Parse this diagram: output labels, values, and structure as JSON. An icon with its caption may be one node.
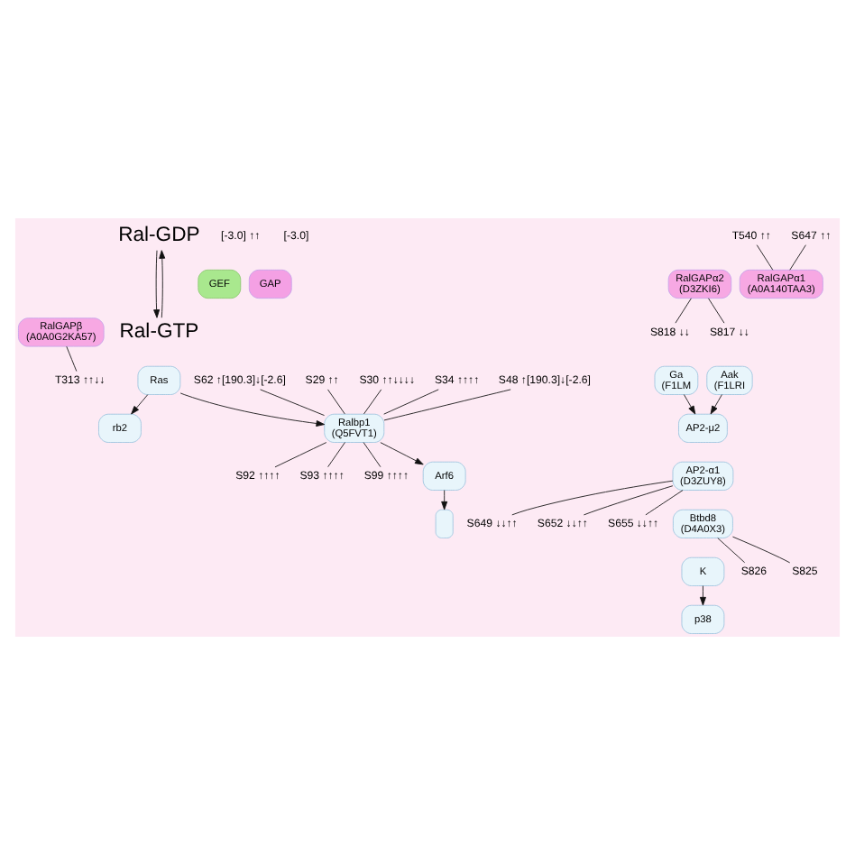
{
  "diagram": {
    "nodes": [
      {
        "text": [
          "Ral-GDP"
        ]
      },
      {
        "text": [
          "Ral-GTP"
        ]
      },
      {
        "text": [
          "GEF"
        ]
      },
      {
        "text": [
          "GAP"
        ]
      },
      {
        "text": [
          "RalGAPα1",
          "(A0A140TAA3)"
        ]
      },
      {
        "text": [
          "RalGAPα2",
          "(D3ZKI6)"
        ]
      },
      {
        "text": [
          "RalGAPβ",
          "(A0A0G2KA57)"
        ]
      },
      {
        "text": [
          "rb2"
        ]
      },
      {
        "text": [
          "Ras"
        ]
      },
      {
        "text": [
          "Ralbp1",
          "(Q5FVT1)"
        ]
      },
      {
        "text": [
          "AP2-μ2"
        ]
      },
      {
        "text": [
          "Aak",
          "(F1LRI"
        ]
      },
      {
        "text": [
          "Ga",
          "(F1LM"
        ]
      },
      {
        "text": [
          "Arf6"
        ]
      },
      {
        "text": [],
        "shape": "box"
      },
      {
        "text": [
          "AP2-α1",
          "(D3ZUY8)"
        ]
      },
      {
        "text": [
          "Btbd8",
          "(D4A0X3)"
        ]
      },
      {
        "text": [
          "K"
        ]
      },
      {
        "text": [
          "p38"
        ]
      },
      {
        "text": [
          "T540 ↑↑"
        ]
      },
      {
        "text": [
          "S647 ↑↑"
        ]
      },
      {
        "text": [
          "T313 ↑↑↓↓"
        ]
      },
      {
        "text": [
          "S818 ↓↓"
        ]
      },
      {
        "text": [
          "S817 ↓↓"
        ]
      },
      {
        "text": [
          "S29 ↑↑"
        ]
      },
      {
        "text": [
          "S30 ↑↑↓↓↓↓"
        ]
      },
      {
        "text": [
          "S34 ↑↑↑↑"
        ]
      },
      {
        "text": [
          "S48 ↑[190.3]↓[-2.6]"
        ]
      },
      {
        "text": [
          "S62 ↑[190.3]↓[-2.6]"
        ]
      },
      {
        "text": [
          "S92 ↑↑↑↑"
        ]
      },
      {
        "text": [
          "S93 ↑↑↑↑"
        ]
      },
      {
        "text": [
          "S99 ↑↑↑↑"
        ]
      },
      {
        "text": [
          "S649 ↓↓↑↑"
        ]
      },
      {
        "text": [
          "S652 ↓↓↑↑"
        ]
      },
      {
        "text": [
          "S655 ↓↓↑↑"
        ]
      },
      {
        "text": [
          "S825"
        ]
      },
      {
        "text": [
          "S826"
        ]
      }
    ],
    "edges": [
      {
        "from": 0,
        "to": 1,
        "arrow": "to"
      },
      {
        "from": 1,
        "to": 0,
        "arrow": "to"
      },
      {
        "from": 8,
        "to": 7,
        "arrow": "to"
      },
      {
        "from": 8,
        "to": 9,
        "arrow": "to"
      },
      {
        "from": 9,
        "to": 13,
        "arrow": "to"
      },
      {
        "from": 13,
        "to": 14,
        "arrow": "to"
      },
      {
        "from": 11,
        "to": 10,
        "arrow": "to"
      },
      {
        "from": 12,
        "to": 10,
        "arrow": "to"
      },
      {
        "from": 17,
        "to": 18,
        "arrow": "to"
      },
      {
        "from": 19,
        "to": 4,
        "arrow": "none"
      },
      {
        "from": 20,
        "to": 4,
        "arrow": "none"
      },
      {
        "from": 6,
        "to": 21,
        "arrow": "none"
      },
      {
        "from": 5,
        "to": 22,
        "arrow": "none"
      },
      {
        "from": 5,
        "to": 23,
        "arrow": "none"
      },
      {
        "from": 24,
        "to": 9,
        "arrow": "none"
      },
      {
        "from": 25,
        "to": 9,
        "arrow": "none"
      },
      {
        "from": 26,
        "to": 9,
        "arrow": "none"
      },
      {
        "from": 27,
        "to": 9,
        "arrow": "none"
      },
      {
        "from": 28,
        "to": 9,
        "arrow": "none"
      },
      {
        "from": 9,
        "to": 29,
        "arrow": "none"
      },
      {
        "from": 9,
        "to": 30,
        "arrow": "none"
      },
      {
        "from": 9,
        "to": 31,
        "arrow": "none"
      },
      {
        "from": 15,
        "to": 32,
        "arrow": "none"
      },
      {
        "from": 15,
        "to": 33,
        "arrow": "none"
      },
      {
        "from": 15,
        "to": 34,
        "arrow": "none"
      },
      {
        "from": 16,
        "to": 35,
        "arrow": "none"
      },
      {
        "from": 16,
        "to": 36,
        "arrow": "none"
      }
    ],
    "labels": [
      "[-3.0]",
      "[-3.0] ↑↑"
    ]
  }
}
